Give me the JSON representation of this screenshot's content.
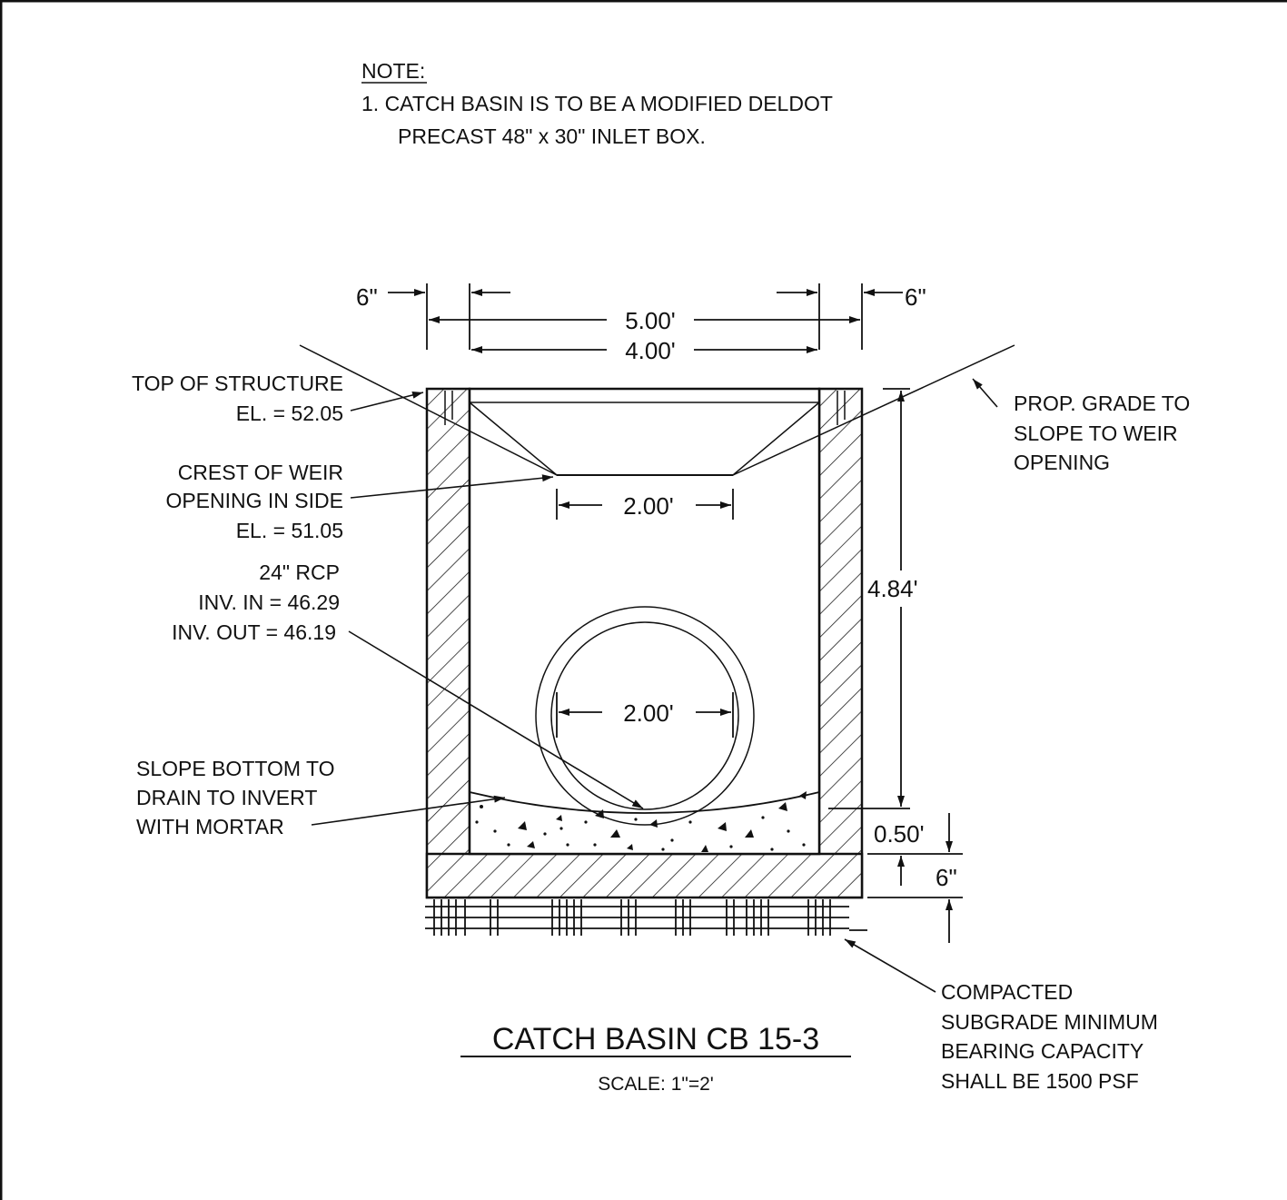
{
  "note": {
    "heading": "NOTE:",
    "line1": "1.  CATCH BASIN IS TO BE A MODIFIED DELDOT",
    "line2": "PRECAST 48\" x 30\" INLET BOX."
  },
  "dimensions": {
    "wall_left": "6\"",
    "wall_right": "6\"",
    "outer_width": "5.00'",
    "inner_width": "4.00'",
    "weir_width": "2.00'",
    "pipe_diameter": "2.00'",
    "depth": "4.84'",
    "sump": "0.50'",
    "base_thickness": "6\""
  },
  "labels": {
    "top_structure": [
      "TOP OF STRUCTURE",
      "EL. = 52.05"
    ],
    "crest_weir": [
      "CREST OF WEIR",
      "OPENING IN SIDE",
      "EL. = 51.05"
    ],
    "pipe": [
      "24\" RCP",
      "INV. IN = 46.29",
      "INV. OUT = 46.19"
    ],
    "slope_bottom": [
      "SLOPE BOTTOM TO",
      "DRAIN TO INVERT",
      "WITH MORTAR"
    ],
    "prop_grade": [
      "PROP. GRADE TO",
      "SLOPE TO WEIR",
      "OPENING"
    ],
    "subgrade": [
      "COMPACTED",
      "SUBGRADE MINIMUM",
      "BEARING CAPACITY",
      "SHALL BE 1500 PSF"
    ]
  },
  "title": "CATCH BASIN CB 15-3",
  "scale": "SCALE: 1\"=2'",
  "colors": {
    "ink": "#111111",
    "paper": "#ffffff"
  }
}
